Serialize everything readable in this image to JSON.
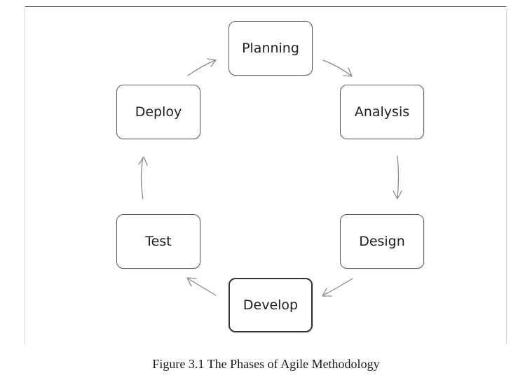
{
  "diagram": {
    "nodes": {
      "planning": "Planning",
      "analysis": "Analysis",
      "design": "Design",
      "develop": "Develop",
      "test": "Test",
      "deploy": "Deploy"
    },
    "arrow_color": "#8a8a8a",
    "box_border_color": "#5c5c5c"
  },
  "caption": "Figure 3.1 The Phases of Agile Methodology"
}
